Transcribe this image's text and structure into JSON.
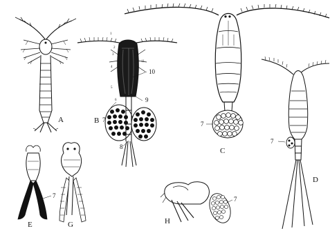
{
  "figure": {
    "panels": [
      {
        "letter": "A"
      },
      {
        "letter": "B",
        "labels": [
          "7",
          "8",
          "9",
          "10",
          "1",
          "2",
          "3",
          "4",
          "5",
          "6",
          "11"
        ]
      },
      {
        "letter": "C",
        "labels": [
          "7"
        ]
      },
      {
        "letter": "D",
        "labels": [
          "7"
        ]
      },
      {
        "letter": "E",
        "labels": [
          "7"
        ]
      },
      {
        "letter": "G"
      },
      {
        "letter": "H",
        "labels": [
          "7"
        ]
      }
    ]
  },
  "style": {
    "ink": "#111111",
    "background": "#ffffff"
  }
}
